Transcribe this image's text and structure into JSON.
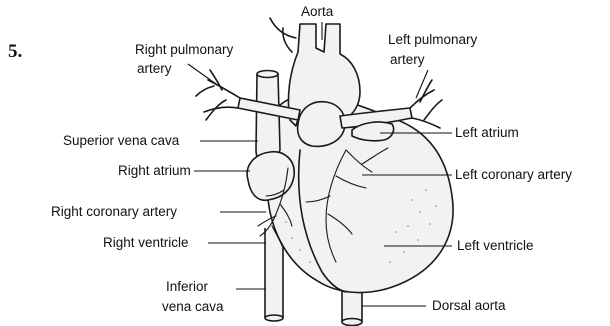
{
  "question_number": "5.",
  "labels": {
    "aorta": "Aorta",
    "right_pulmonary_artery_line1": "Right pulmonary",
    "right_pulmonary_artery_line2": "artery",
    "left_pulmonary_artery_line1": "Left pulmonary",
    "left_pulmonary_artery_line2": "artery",
    "superior_vena_cava": "Superior vena cava",
    "right_atrium": "Right atrium",
    "right_coronary_artery": "Right coronary artery",
    "right_ventricle": "Right ventricle",
    "inferior_vena_cava_line1": "Inferior",
    "inferior_vena_cava_line2": "vena cava",
    "left_atrium": "Left atrium",
    "left_coronary_artery": "Left coronary artery",
    "left_ventricle": "Left ventricle",
    "dorsal_aorta": "Dorsal aorta"
  }
}
